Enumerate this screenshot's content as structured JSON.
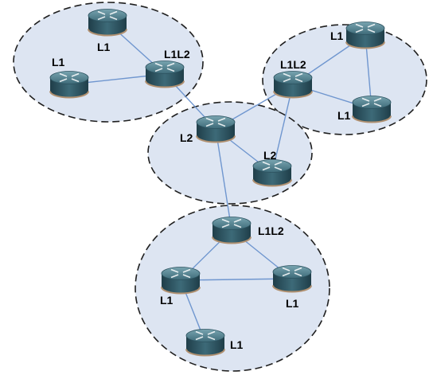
{
  "colors": {
    "area_fill": "#dde5f2",
    "area_border": "#1f1f1f",
    "link": "#6f96cf",
    "router_top": "#4f7c8a",
    "router_side": "#2c4f5c",
    "router_edge": "#b09070"
  },
  "router_icon": "router-icon",
  "areas": [
    {
      "id": "area-top-left"
    },
    {
      "id": "area-top-right"
    },
    {
      "id": "area-center"
    },
    {
      "id": "area-bottom"
    }
  ],
  "routers": [
    {
      "id": "r-tl-top",
      "label": "L1"
    },
    {
      "id": "r-tl-left",
      "label": "L1"
    },
    {
      "id": "r-tl-border",
      "label": "L1L2"
    },
    {
      "id": "r-c-main",
      "label": "L2"
    },
    {
      "id": "r-c-second",
      "label": "L2"
    },
    {
      "id": "r-tr-border",
      "label": "L1L2"
    },
    {
      "id": "r-tr-top",
      "label": "L1"
    },
    {
      "id": "r-tr-bottom",
      "label": "L1"
    },
    {
      "id": "r-b-border",
      "label": "L1L2"
    },
    {
      "id": "r-b-left",
      "label": "L1"
    },
    {
      "id": "r-b-right",
      "label": "L1"
    },
    {
      "id": "r-b-bottom",
      "label": "L1"
    }
  ],
  "links": [
    [
      "r-tl-top",
      "r-tl-border"
    ],
    [
      "r-tl-left",
      "r-tl-border"
    ],
    [
      "r-tl-border",
      "r-c-main"
    ],
    [
      "r-c-main",
      "r-c-second"
    ],
    [
      "r-c-main",
      "r-tr-border"
    ],
    [
      "r-c-main",
      "r-b-border"
    ],
    [
      "r-tr-border",
      "r-c-second"
    ],
    [
      "r-tr-border",
      "r-tr-top"
    ],
    [
      "r-tr-border",
      "r-tr-bottom"
    ],
    [
      "r-tr-top",
      "r-tr-bottom"
    ],
    [
      "r-b-border",
      "r-b-left"
    ],
    [
      "r-b-border",
      "r-b-right"
    ],
    [
      "r-b-left",
      "r-b-right"
    ],
    [
      "r-b-left",
      "r-b-bottom"
    ]
  ]
}
